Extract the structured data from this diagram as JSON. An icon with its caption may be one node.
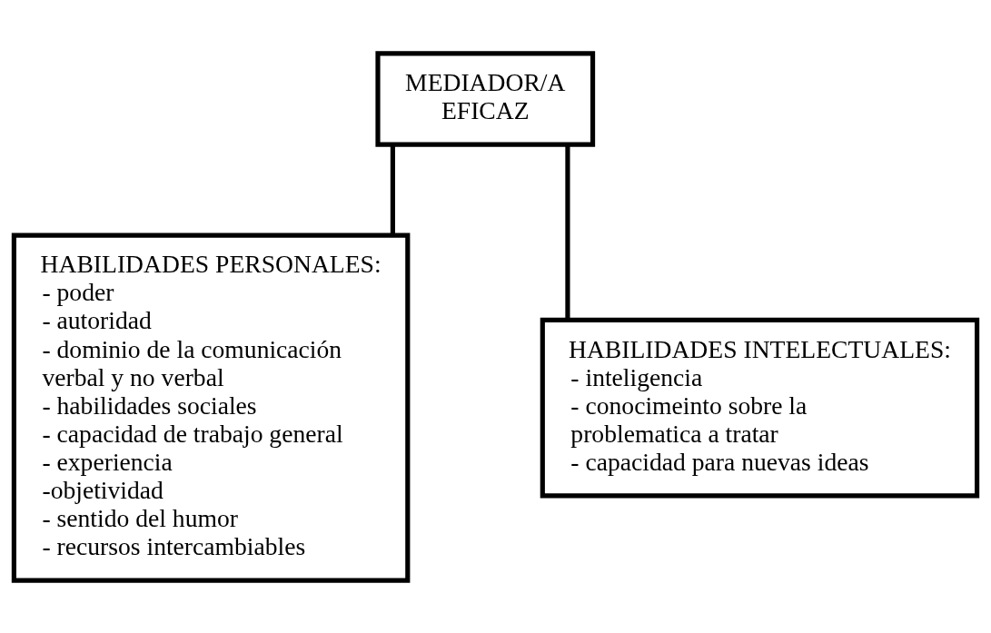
{
  "diagram": {
    "nodes": [
      {
        "text": [
          "MEDIADOR/A EFICAZ"
        ]
      },
      {
        "text": [
          "HABILIDADES PERSONALES:",
          "- poder",
          "- autoridad",
          "- dominio de la comunicación verbal y no verbal",
          "- habilidades sociales",
          "- capacidad de trabajo general",
          "- experiencia",
          "-objetividad",
          "- sentido del humor",
          "- recursos intercambiables"
        ]
      },
      {
        "text": [
          "HABILIDADES INTELECTUALES:",
          "- inteligencia",
          "- conocimeinto sobre la problematica a tratar",
          "- capacidad para nuevas ideas"
        ]
      }
    ],
    "edges": [
      {
        "from": 0,
        "to": 1,
        "arrow": "none"
      },
      {
        "from": 0,
        "to": 2,
        "arrow": "none"
      }
    ]
  }
}
